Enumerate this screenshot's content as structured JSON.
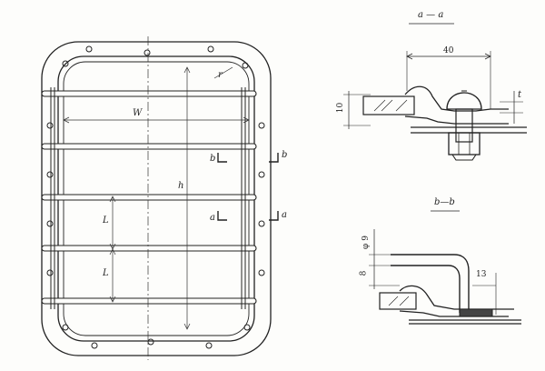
{
  "front_view": {
    "label_width": "W",
    "label_height": "h",
    "label_spacing_1": "L",
    "label_spacing_2": "L",
    "section_b_left": "b",
    "section_b_right": "b",
    "section_a_left": "a",
    "section_a_right": "a",
    "corner_mark": "r"
  },
  "section_aa": {
    "title": "a — a",
    "dim_width": "40",
    "dim_height": "10",
    "dim_thickness": "t"
  },
  "section_bb": {
    "title": "b—b",
    "dim_diameter": "φ 9",
    "dim_height": "8",
    "dim_side": "13"
  }
}
